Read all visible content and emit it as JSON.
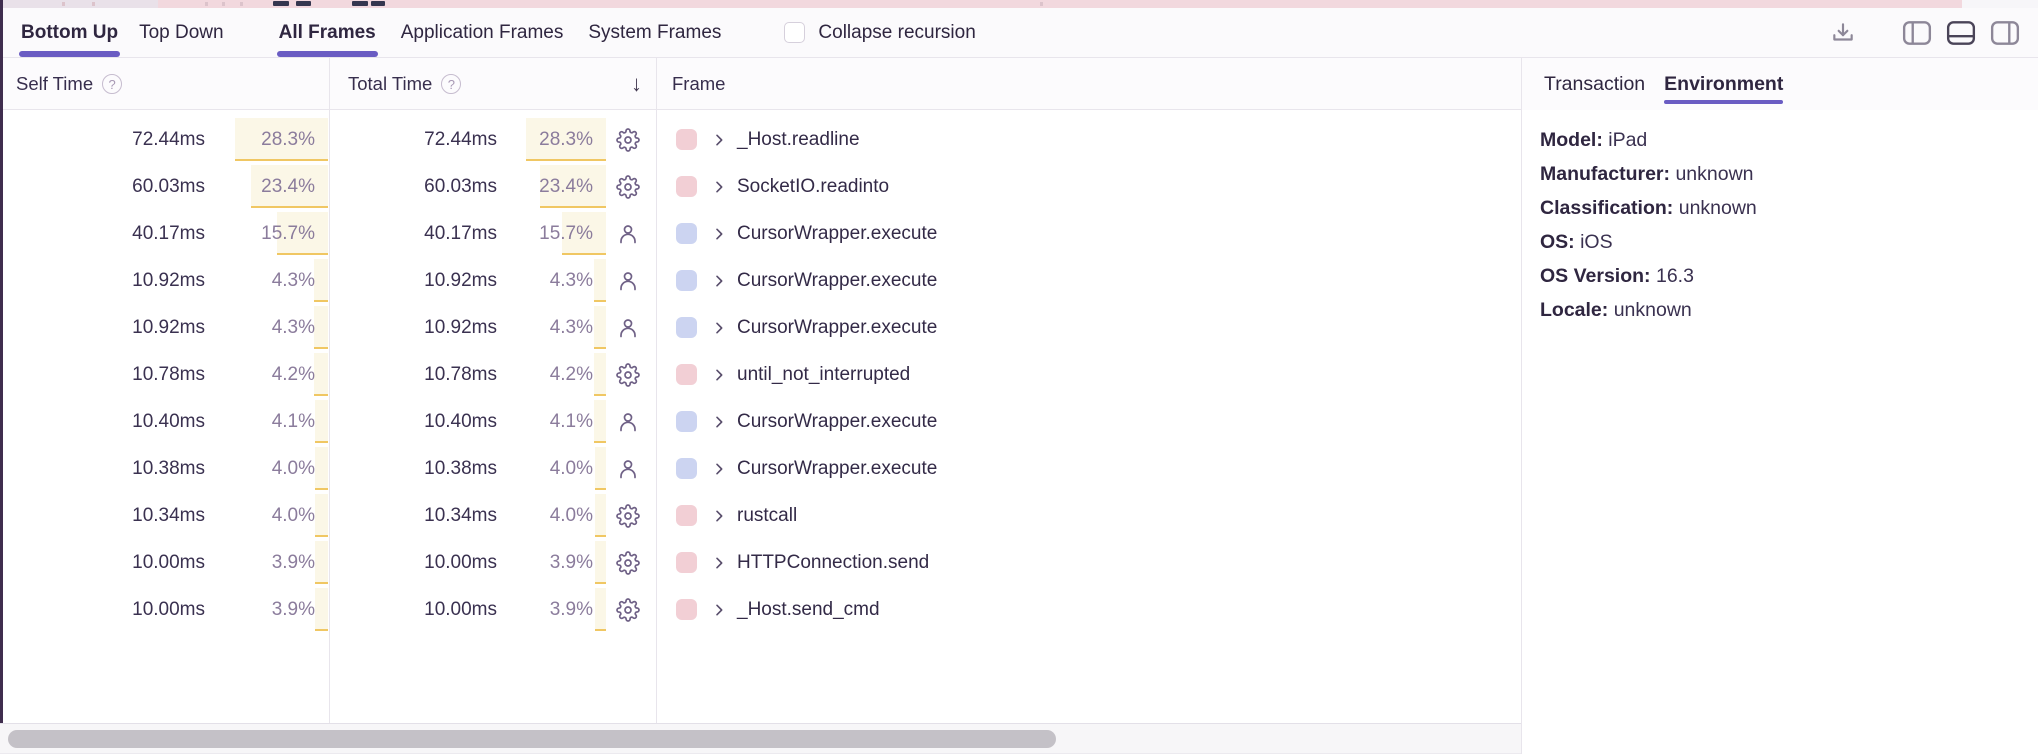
{
  "toolbar": {
    "view_tabs": [
      {
        "label": "Bottom Up",
        "active": true
      },
      {
        "label": "Top Down",
        "active": false
      }
    ],
    "frame_tabs": [
      {
        "label": "All Frames",
        "active": true
      },
      {
        "label": "Application Frames",
        "active": false
      },
      {
        "label": "System Frames",
        "active": false
      }
    ],
    "collapse_recursion_label": "Collapse recursion",
    "collapse_recursion_checked": false
  },
  "table": {
    "columns": {
      "self_time": "Self Time",
      "total_time": "Total Time",
      "frame": "Frame"
    },
    "help_glyph": "?",
    "sort_icon": "↓",
    "rows": [
      {
        "self_ms": "72.44ms",
        "self_pct": "28.3%",
        "self_pct_value": 28.3,
        "total_ms": "72.44ms",
        "total_pct": "28.3%",
        "total_pct_value": 28.3,
        "icon": "gear",
        "frame_type": "system",
        "name": "_Host.readline"
      },
      {
        "self_ms": "60.03ms",
        "self_pct": "23.4%",
        "self_pct_value": 23.4,
        "total_ms": "60.03ms",
        "total_pct": "23.4%",
        "total_pct_value": 23.4,
        "icon": "gear",
        "frame_type": "system",
        "name": "SocketIO.readinto"
      },
      {
        "self_ms": "40.17ms",
        "self_pct": "15.7%",
        "self_pct_value": 15.7,
        "total_ms": "40.17ms",
        "total_pct": "15.7%",
        "total_pct_value": 15.7,
        "icon": "user",
        "frame_type": "application",
        "name": "CursorWrapper.execute"
      },
      {
        "self_ms": "10.92ms",
        "self_pct": "4.3%",
        "self_pct_value": 4.3,
        "total_ms": "10.92ms",
        "total_pct": "4.3%",
        "total_pct_value": 4.3,
        "icon": "user",
        "frame_type": "application",
        "name": "CursorWrapper.execute"
      },
      {
        "self_ms": "10.92ms",
        "self_pct": "4.3%",
        "self_pct_value": 4.3,
        "total_ms": "10.92ms",
        "total_pct": "4.3%",
        "total_pct_value": 4.3,
        "icon": "user",
        "frame_type": "application",
        "name": "CursorWrapper.execute"
      },
      {
        "self_ms": "10.78ms",
        "self_pct": "4.2%",
        "self_pct_value": 4.2,
        "total_ms": "10.78ms",
        "total_pct": "4.2%",
        "total_pct_value": 4.2,
        "icon": "gear",
        "frame_type": "system",
        "name": "until_not_interrupted"
      },
      {
        "self_ms": "10.40ms",
        "self_pct": "4.1%",
        "self_pct_value": 4.1,
        "total_ms": "10.40ms",
        "total_pct": "4.1%",
        "total_pct_value": 4.1,
        "icon": "user",
        "frame_type": "application",
        "name": "CursorWrapper.execute"
      },
      {
        "self_ms": "10.38ms",
        "self_pct": "4.0%",
        "self_pct_value": 4.0,
        "total_ms": "10.38ms",
        "total_pct": "4.0%",
        "total_pct_value": 4.0,
        "icon": "user",
        "frame_type": "application",
        "name": "CursorWrapper.execute"
      },
      {
        "self_ms": "10.34ms",
        "self_pct": "4.0%",
        "self_pct_value": 4.0,
        "total_ms": "10.34ms",
        "total_pct": "4.0%",
        "total_pct_value": 4.0,
        "icon": "gear",
        "frame_type": "system",
        "name": "rustcall"
      },
      {
        "self_ms": "10.00ms",
        "self_pct": "3.9%",
        "self_pct_value": 3.9,
        "total_ms": "10.00ms",
        "total_pct": "3.9%",
        "total_pct_value": 3.9,
        "icon": "gear",
        "frame_type": "system",
        "name": "HTTPConnection.send"
      },
      {
        "self_ms": "10.00ms",
        "self_pct": "3.9%",
        "self_pct_value": 3.9,
        "total_ms": "10.00ms",
        "total_pct": "3.9%",
        "total_pct_value": 3.9,
        "icon": "gear",
        "frame_type": "system",
        "name": "_Host.send_cmd"
      }
    ]
  },
  "details_panel": {
    "tabs": [
      {
        "label": "Transaction",
        "active": false
      },
      {
        "label": "Environment",
        "active": true
      }
    ],
    "fields": [
      {
        "label": "Model:",
        "value": "iPad"
      },
      {
        "label": "Manufacturer:",
        "value": "unknown"
      },
      {
        "label": "Classification:",
        "value": "unknown"
      },
      {
        "label": "OS:",
        "value": "iOS"
      },
      {
        "label": "OS Version:",
        "value": "16.3"
      },
      {
        "label": "Locale:",
        "value": "unknown"
      }
    ]
  },
  "colors": {
    "accent": "#6a5cc3",
    "amber": "#f0c763",
    "cream": "#fbf7e7",
    "swatch_system": "#f2cfd5",
    "swatch_application": "#ccd4f1"
  }
}
